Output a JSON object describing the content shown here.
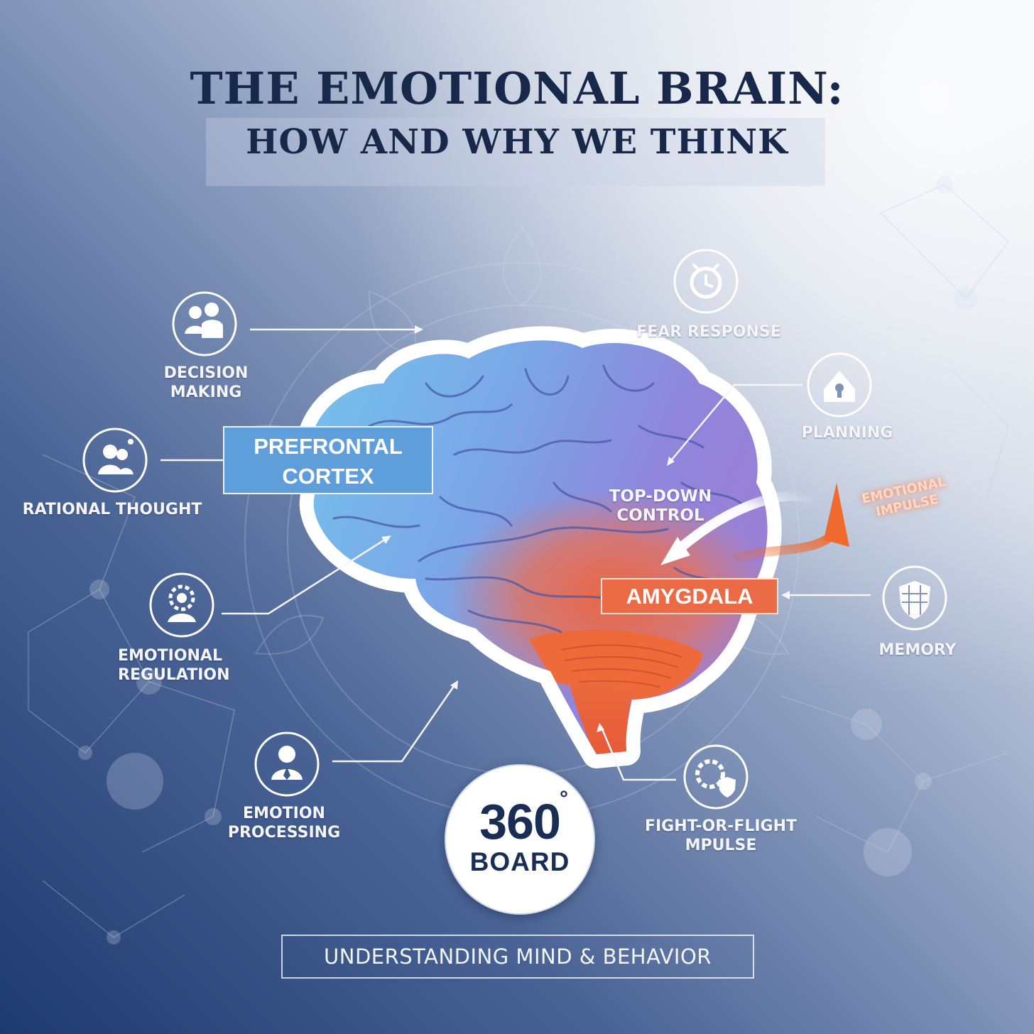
{
  "title": {
    "line1": "THE EMOTIONAL BRAIN:",
    "line2": "HOW AND WHY WE THINK"
  },
  "regions": {
    "prefrontal": [
      "PREFRONTAL",
      "CORTEX"
    ],
    "amygdala": "AMYGDALA"
  },
  "annotations": {
    "top_down": [
      "TOP-DOWN",
      "CONTROL"
    ],
    "emotional_impulse": [
      "EMOTIONAL",
      "IMPULSE"
    ]
  },
  "functions": {
    "decision_making": {
      "label": [
        "DECISION",
        "MAKING"
      ],
      "icon": "people-meeting-icon"
    },
    "rational_thought": {
      "label": [
        "RATIONAL THOUGHT"
      ],
      "icon": "group-thinking-icon"
    },
    "emotional_regulation": {
      "label": [
        "EMOTIONAL",
        "REGULATION"
      ],
      "icon": "head-gear-icon"
    },
    "emotion_processing": {
      "label": [
        "EMOTION",
        "PROCESSING"
      ],
      "icon": "person-icon"
    },
    "fear_response": {
      "label": [
        "FEAR RESPONSE"
      ],
      "icon": "alarm-icon"
    },
    "planning": {
      "label": [
        "PLANNING"
      ],
      "icon": "house-keyhole-icon"
    },
    "memory": {
      "label": [
        "MEMORY"
      ],
      "icon": "shield-grid-icon"
    },
    "fight_or_flight": {
      "label": [
        "FIGHT-OR-FLIGHT",
        "MPULSE"
      ],
      "icon": "gear-shield-icon"
    }
  },
  "logo": {
    "number": "360",
    "degree": "°",
    "word": "BOARD"
  },
  "footer": "UNDERSTANDING MIND & BEHAVIOR",
  "colors": {
    "title": "#17284a",
    "prefrontal_box": "#5e9fdb",
    "amygdala_box": "#ea6b45",
    "brain_blue": "#6cc2ea",
    "brain_purple": "#8a86df",
    "brain_orange": "#ee6b3c"
  }
}
